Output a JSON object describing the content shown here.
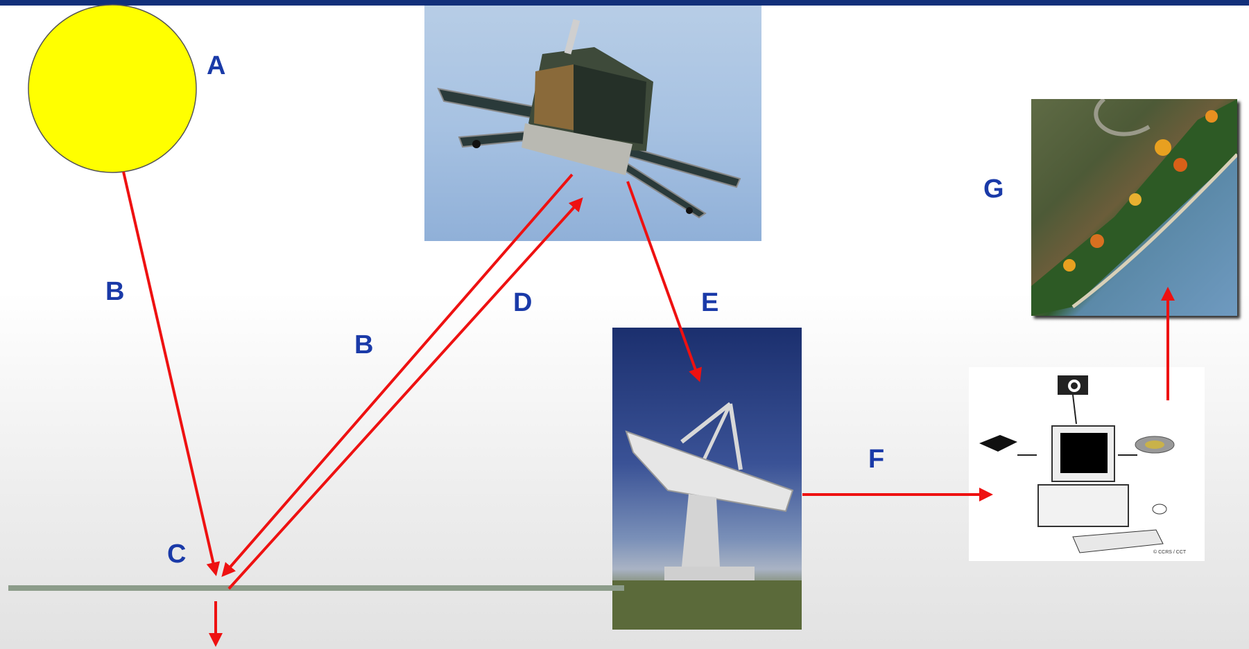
{
  "labels": {
    "a": "A",
    "b_incoming": "B",
    "b_outgoing": "B",
    "c": "C",
    "d": "D",
    "e": "E",
    "f": "F",
    "g": "G"
  },
  "computer_panel": {
    "credit": "© CCRS / CCT"
  },
  "colors": {
    "arrow": "#ee1111",
    "label": "#1a3aa8",
    "sun_fill": "#ffff00",
    "ground": "#8c9c8a",
    "top_bar": "#12307a"
  },
  "icons": [
    "sun-icon",
    "satellite-icon",
    "dish-antenna-icon",
    "floppy-disk-icon",
    "camera-icon",
    "computer-monitor-icon",
    "cd-disc-icon",
    "mouse-icon",
    "keyboard-icon"
  ]
}
